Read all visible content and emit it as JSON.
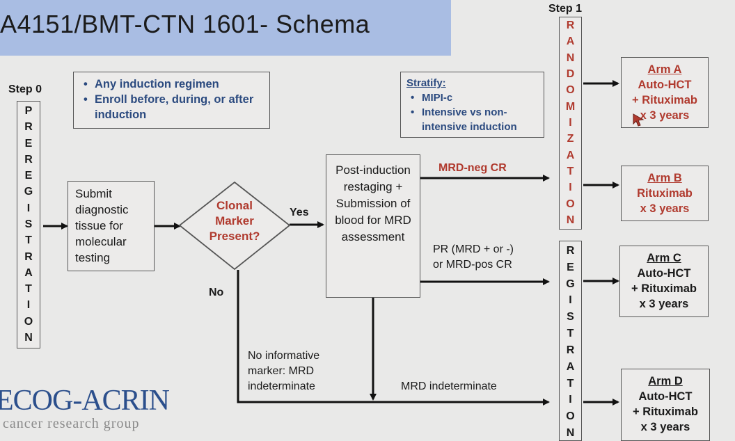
{
  "title": "A4151/BMT-CTN 1601- Schema",
  "step0": {
    "label": "Step 0",
    "vertical_letters": [
      "P",
      "R",
      "E",
      "R",
      "E",
      "G",
      "I",
      "S",
      "T",
      "R",
      "A",
      "T",
      "I",
      "O",
      "N"
    ]
  },
  "step1": {
    "label": "Step 1",
    "randomization_letters": [
      "R",
      "A",
      "N",
      "D",
      "O",
      "M",
      "I",
      "Z",
      "A",
      "T",
      "I",
      "O",
      "N"
    ],
    "registration_letters": [
      "R",
      "E",
      "G",
      "I",
      "S",
      "T",
      "R",
      "A",
      "T",
      "I",
      "O",
      "N"
    ]
  },
  "induction_note": {
    "items": [
      "Any induction regimen",
      "Enroll before, during, or after induction"
    ]
  },
  "stratify": {
    "heading": "Stratify:",
    "items": [
      "MIPI-c",
      "Intensive vs non-intensive induction"
    ]
  },
  "submit_box": {
    "text": "Submit diagnostic tissue for molecular testing"
  },
  "decision": {
    "text": "Clonal Marker Present?",
    "yes": "Yes",
    "no": "No"
  },
  "restaging_box": {
    "text": "Post-induction restaging + Submission of blood for MRD assessment"
  },
  "paths": {
    "mrd_neg": "MRD-neg CR",
    "pr_line1": "PR (MRD + or -)",
    "pr_line2": "or MRD-pos CR",
    "no_marker_line1": "No informative",
    "no_marker_line2": "marker: MRD",
    "no_marker_line3": "indeterminate",
    "mrd_indeterminate": "MRD indeterminate"
  },
  "arms": [
    {
      "title": "Arm A",
      "line1": "Auto-HCT",
      "line2": "+ Rituximab",
      "line3": "x 3 years",
      "color": "#b03a2e"
    },
    {
      "title": "Arm B",
      "line1": "Rituximab",
      "line2": "x 3 years",
      "line3": "",
      "color": "#b03a2e"
    },
    {
      "title": "Arm C",
      "line1": "Auto-HCT",
      "line2": "+ Rituximab",
      "line3": "x 3 years",
      "color": "#1a1a1a"
    },
    {
      "title": "Arm D",
      "line1": "Auto-HCT",
      "line2": "+ Rituximab",
      "line3": "x 3 years",
      "color": "#1a1a1a"
    }
  ],
  "logo": {
    "name": "ECOG-ACRIN",
    "tagline": "cancer research group"
  }
}
